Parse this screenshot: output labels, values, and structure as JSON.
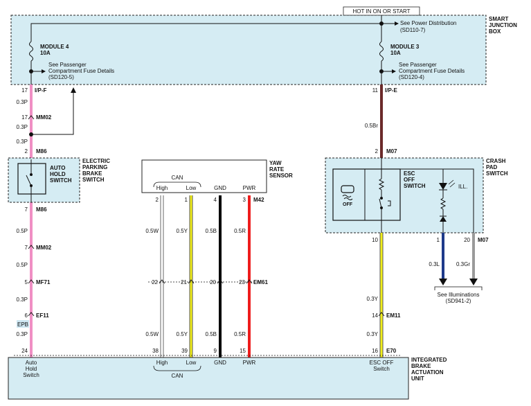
{
  "colors": {
    "box_fill": "#d5ecf3",
    "pink": "#f08fc4",
    "brown": "#6b2a2a",
    "white_wire": "#ffffff",
    "yellow": "#f2ef1a",
    "black": "#000000",
    "red": "#ee1c1c",
    "blue": "#1e3a8a",
    "gray": "#9a9a9a"
  },
  "header": {
    "hot_label": "HOT IN ON OR START"
  },
  "sjb": {
    "title_l1": "SMART",
    "title_l2": "JUNCTION",
    "title_l3": "BOX",
    "mod4_l1": "MODULE 4",
    "mod4_l2": "10A",
    "mod3_l1": "MODULE 3",
    "mod3_l2": "10A",
    "pd_l1": "See Power Distribution",
    "pd_l2": "(SD110-7)",
    "pcf_left_l1": "See Passenger",
    "pcf_left_l2": "Compartment Fuse Details",
    "pcf_left_l3": "(SD120-5)",
    "pcf_right_l1": "See Passenger",
    "pcf_right_l2": "Compartment Fuse Details",
    "pcf_right_l3": "(SD120-4)"
  },
  "left_wire": {
    "pin_ipf": "17",
    "conn_ipf": "I/P-F",
    "w1": "0.3P",
    "pin_mm02a": "17",
    "conn_mm02a": "MM02",
    "w2": "0.3P",
    "w3": "0.3P",
    "pin_m86a": "2",
    "conn_m86a": "M86",
    "pin_m86b": "7",
    "conn_m86b": "M86",
    "w4": "0.5P",
    "pin_mm02b": "7",
    "conn_mm02b": "MM02",
    "w5": "0.5P",
    "pin_mf71": "5",
    "conn_mf71": "MF71",
    "w6": "0.3P",
    "pin_ef11": "6",
    "conn_ef11": "EF11",
    "epb": "EPB",
    "w7": "0.3P",
    "pin_bottom": "24"
  },
  "epb_switch": {
    "title_l1": "ELECTRIC",
    "title_l2": "PARKING",
    "title_l3": "BRAKE",
    "title_l4": "SWITCH",
    "inner_l1": "AUTO",
    "inner_l2": "HOLD",
    "inner_l3": "SWITCH"
  },
  "yaw": {
    "title_l1": "YAW",
    "title_l2": "RATE",
    "title_l3": "SENSOR",
    "can": "CAN",
    "high": "High",
    "low": "Low",
    "gnd": "GND",
    "pwr": "PWR",
    "pin_high": "2",
    "pin_low": "1",
    "pin_gnd": "4",
    "pin_pwr": "3",
    "conn": "M42",
    "w_high": "0.5W",
    "w_low": "0.5Y",
    "w_gnd": "0.5B",
    "w_pwr": "0.5R",
    "pin_mid_high": "22",
    "pin_mid_low": "21",
    "pin_mid_gnd": "20",
    "pin_mid_pwr": "23",
    "conn_mid": "EM61",
    "w_high2": "0.5W",
    "w_low2": "0.5Y",
    "w_gnd2": "0.5B",
    "w_pwr2": "0.5R",
    "pin_bot_high": "38",
    "pin_bot_low": "39",
    "pin_bot_gnd": "9",
    "pin_bot_pwr": "15"
  },
  "right_wire": {
    "pin_ipe": "11",
    "conn_ipe": "I/P-E",
    "w1": "0.5Br",
    "pin_m07": "2",
    "conn_m07": "M07",
    "pin_10": "10",
    "w2": "0.3Y",
    "pin_em11": "14",
    "conn_em11": "EM11",
    "w3": "0.3Y",
    "pin_bottom": "16",
    "conn_bottom": "E70"
  },
  "crash_pad": {
    "title_l1": "CRASH",
    "title_l2": "PAD",
    "title_l3": "SWITCH",
    "esc_l1": "ESC",
    "esc_l2": "OFF",
    "esc_l3": "SWITCH",
    "off_icon_label": "OFF",
    "ill": "ILL.",
    "pin_1": "1",
    "pin_20": "20",
    "conn": "M07",
    "w_blue": "0.3L",
    "w_gray": "0.3Gr",
    "illum_l1": "See Illuminations",
    "illum_l2": "(SD941-2)"
  },
  "ibau": {
    "title_l1": "INTEGRATED",
    "title_l2": "BRAKE",
    "title_l3": "ACTUATION",
    "title_l4": "UNIT",
    "auto_l1": "Auto",
    "auto_l2": "Hold",
    "auto_l3": "Switch",
    "high": "High",
    "low": "Low",
    "gnd": "GND",
    "pwr": "PWR",
    "can": "CAN",
    "esc_l1": "ESC OFF",
    "esc_l2": "Switch"
  }
}
